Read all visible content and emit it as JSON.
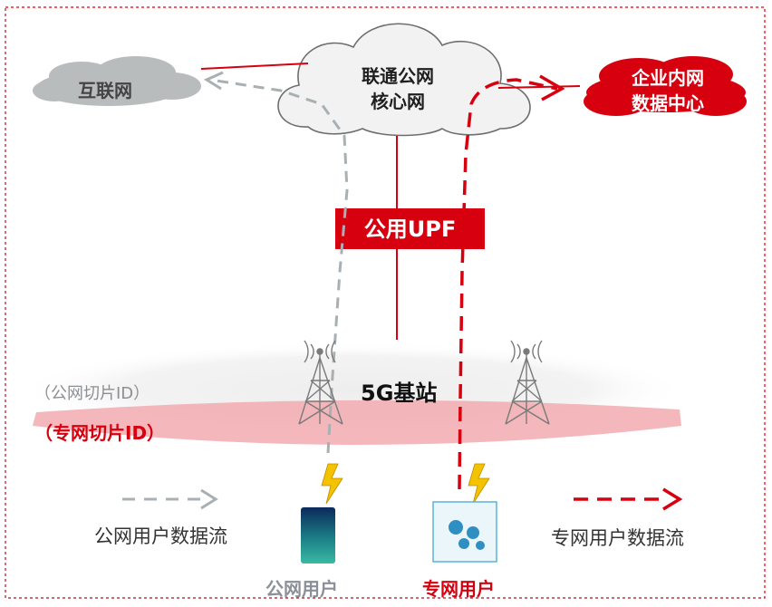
{
  "nodes": {
    "internet": "互联网",
    "core_line1": "联通公网",
    "core_line2": "核心网",
    "enterprise_line1": "企业内网",
    "enterprise_line2": "数据中心",
    "upf": "公用UPF",
    "base_station": "5G基站",
    "public_slice": "（公网切片ID）",
    "private_slice": "（专网切片ID）",
    "public_user": "公网用户",
    "private_user": "专网用户"
  },
  "legend": {
    "public_flow": "公网用户数据流",
    "private_flow": "专网用户数据流"
  },
  "colors": {
    "red": "#d7000f",
    "gray_dash": "#a9b0b3",
    "gray_cloud": "#b9bcbd",
    "public_slice_text": "#8c8f93",
    "private_band": "#f2aab0",
    "public_user_label": "#8a8f98"
  }
}
